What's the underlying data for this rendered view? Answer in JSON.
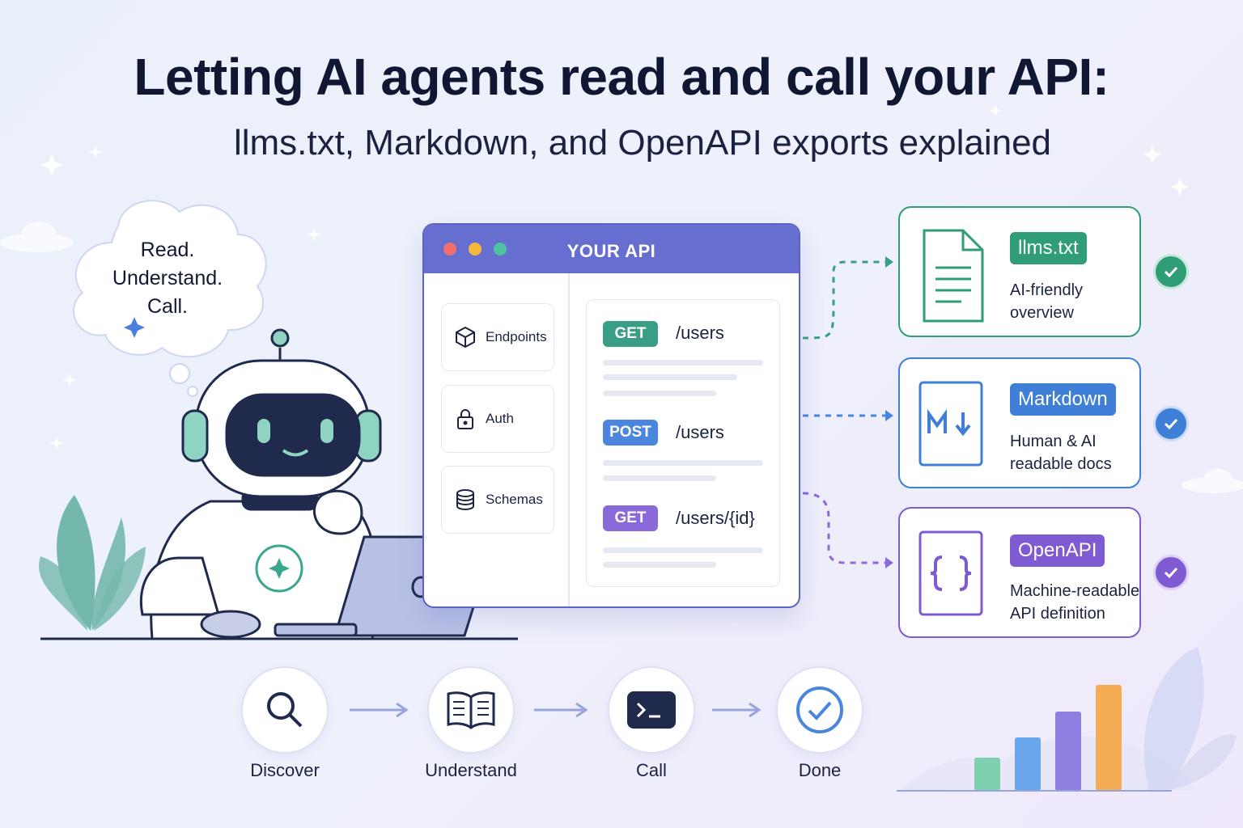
{
  "title": "Letting AI agents read and call your API:",
  "subtitle": "llms.txt, Markdown, and OpenAPI exports explained",
  "bubble": {
    "lines": [
      "Read.",
      "Understand.",
      "Call."
    ]
  },
  "api_window": {
    "title": "YOUR API",
    "sidebar": [
      {
        "label": "Endpoints",
        "icon": "cube-icon"
      },
      {
        "label": "Auth",
        "icon": "lock-icon"
      },
      {
        "label": "Schemas",
        "icon": "database-icon"
      }
    ],
    "endpoints": [
      {
        "method": "GET",
        "path": "/users",
        "color": "#3a9e86"
      },
      {
        "method": "POST",
        "path": "/users",
        "color": "#4a86dd"
      },
      {
        "method": "GET",
        "path": "/users/{id}",
        "color": "#8a6ad8"
      }
    ]
  },
  "exports": [
    {
      "name": "llms.txt",
      "desc_line1": "AI-friendly",
      "desc_line2": "overview",
      "color": "#2f9e77",
      "icon": "document-icon"
    },
    {
      "name": "Markdown",
      "desc_line1": "Human & AI",
      "desc_line2": "readable docs",
      "color": "#3f7fd8",
      "icon": "markdown-icon"
    },
    {
      "name": "OpenAPI",
      "desc_line1": "Machine-readable",
      "desc_line2": "API definition",
      "color": "#7e5bd0",
      "icon": "braces-icon"
    }
  ],
  "flow": [
    {
      "label": "Discover",
      "icon": "search-icon"
    },
    {
      "label": "Understand",
      "icon": "book-icon"
    },
    {
      "label": "Call",
      "icon": "terminal-icon"
    },
    {
      "label": "Done",
      "icon": "check-icon"
    }
  ],
  "colors": {
    "titlebar": "#666fcf",
    "bar_chart": [
      "#7fd0b0",
      "#6aa6ec",
      "#8f7fe0",
      "#f5ad55"
    ]
  }
}
